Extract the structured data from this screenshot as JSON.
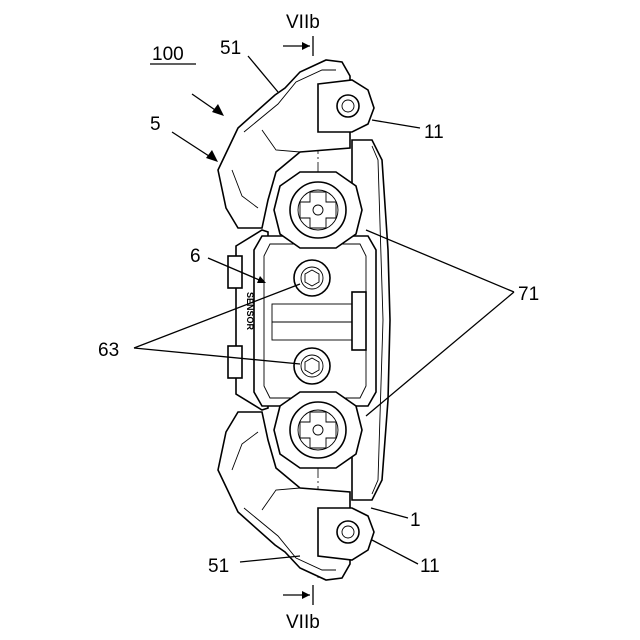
{
  "labels": {
    "section_top": "VIIb",
    "section_bottom": "VIIb",
    "ref_100": "100",
    "ref_5": "5",
    "ref_51_top": "51",
    "ref_51_bottom": "51",
    "ref_11_top": "11",
    "ref_11_bottom": "11",
    "ref_6": "6",
    "ref_63": "63",
    "ref_71": "71",
    "ref_1": "1",
    "sensor_text": "SENSOR"
  }
}
